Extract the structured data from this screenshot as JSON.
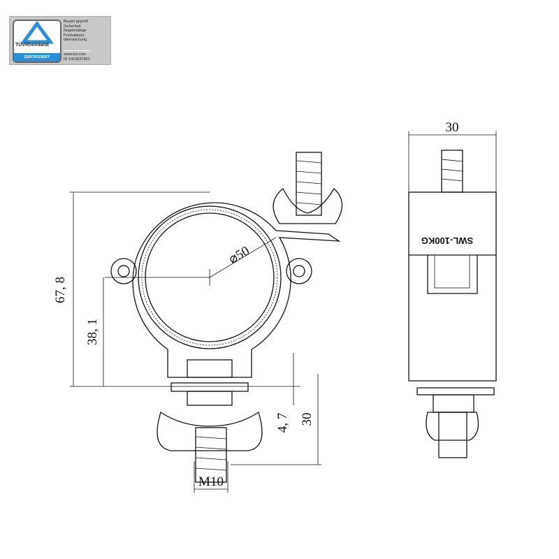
{
  "badge": {
    "brand": "TÜVRheinland",
    "registered": "®",
    "certified": "ZERTIFIZIERT",
    "lines": [
      "Bauart geprüft",
      "Sicherheit",
      "Regelmäßige",
      "Produktions-",
      "überwachung"
    ],
    "website": "www.tuv.com",
    "id": "ID 1419037861"
  },
  "dimensions": {
    "width_side": "30",
    "diameter": "⌀50",
    "height_total": "67, 8",
    "height_center": "38, 1",
    "gap": "4, 7",
    "bolt_length": "30",
    "thread": "M10"
  },
  "label": "SWL-100KG",
  "colors": {
    "line": "#111111",
    "badge_blue": "#2a8fd6",
    "badge_bg": "#c8c8c8"
  }
}
